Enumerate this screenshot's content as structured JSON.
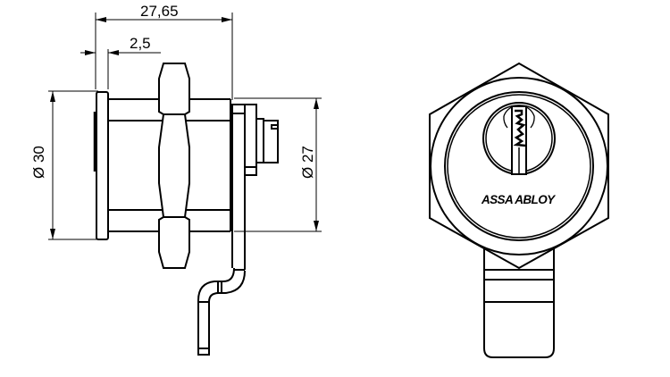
{
  "drawing": {
    "title": "Cam lock technical drawing",
    "views": [
      "side-view",
      "front-view"
    ],
    "dimensions": {
      "overall_length": "27,65",
      "flange_thickness": "2,5",
      "flange_diameter": "Ø 30",
      "body_diameter": "Ø 27"
    },
    "brand_label": "ASSA ABLOY",
    "line_color": "#000000",
    "background_color": "#ffffff"
  }
}
